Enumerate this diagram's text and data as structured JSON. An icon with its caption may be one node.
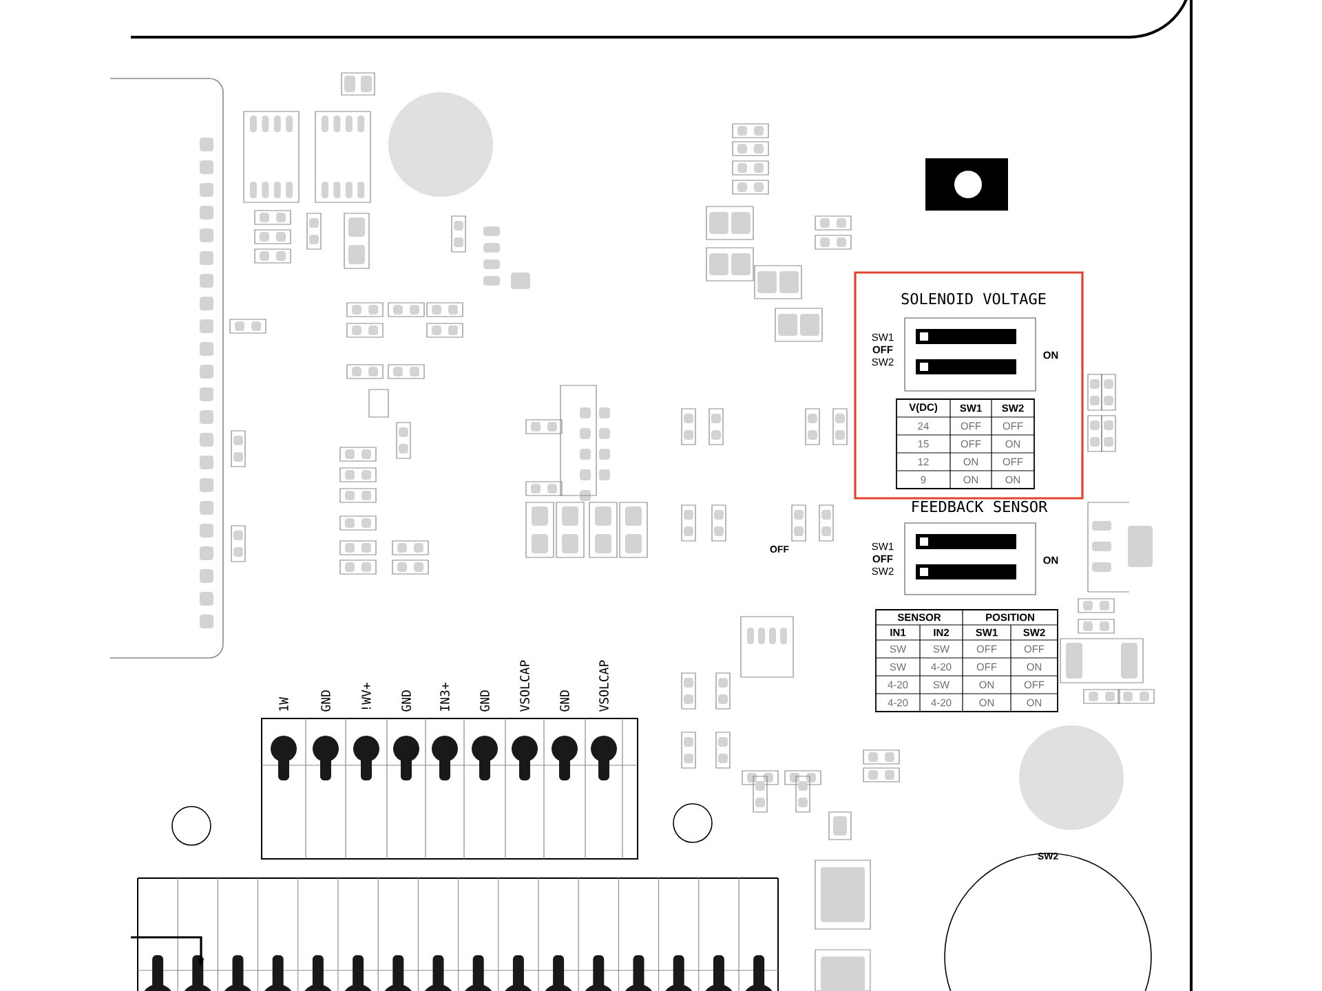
{
  "diagram": {
    "labels": [
      "SOLENOID VOLTAGE",
      "SW1",
      "OFF",
      "SW2",
      "ON",
      "V(DC)",
      "SW1",
      "SW2",
      "24",
      "OFF",
      "OFF",
      "15",
      "OFF",
      "ON",
      "12",
      "ON",
      "OFF",
      "9",
      "ON",
      "ON",
      "FEEDBACK SENSOR",
      "SW1",
      "OFF",
      "SW2",
      "ON",
      "SENSOR",
      "POSITION",
      "IN1",
      "IN2",
      "SW1",
      "SW2",
      "SW",
      "SW",
      "OFF",
      "OFF",
      "SW",
      "4-20",
      "OFF",
      "ON",
      "4-20",
      "SW",
      "ON",
      "OFF",
      "4-20",
      "4-20",
      "ON",
      "ON",
      "OFF",
      "1W",
      "GND",
      "!WV+",
      "GND",
      "IN3+",
      "GND",
      "VSOLCAP",
      "GND",
      "VSOLCAP",
      "SW2"
    ]
  }
}
